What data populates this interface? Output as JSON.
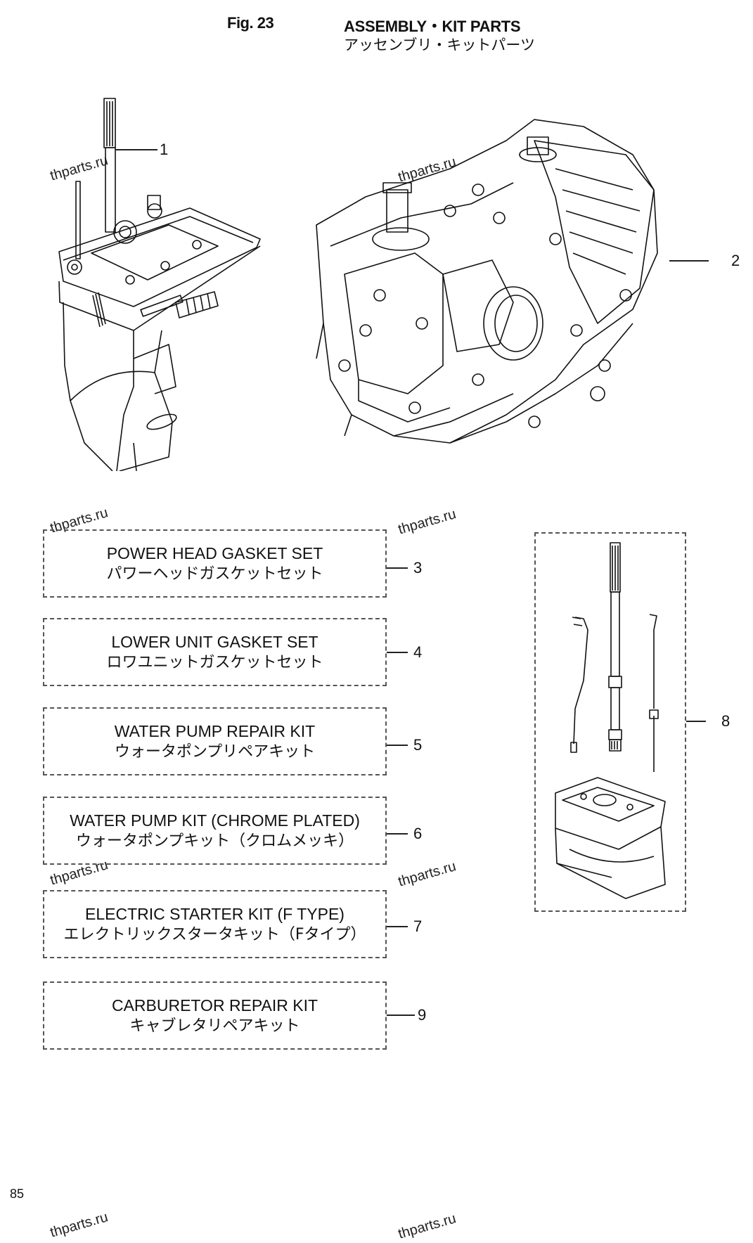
{
  "header": {
    "figure_number": "Fig. 23",
    "title_en": "ASSEMBLY・KIT PARTS",
    "title_jp": "アッセンブリ・キットパーツ"
  },
  "watermark": "thparts.ru",
  "callouts": {
    "part1": "1",
    "part2": "2",
    "part8": "8"
  },
  "kits": [
    {
      "number": "3",
      "name_en": "POWER HEAD GASKET SET",
      "name_jp": "パワーヘッドガスケットセット"
    },
    {
      "number": "4",
      "name_en": "LOWER UNIT GASKET SET",
      "name_jp": "ロワユニットガスケットセット"
    },
    {
      "number": "5",
      "name_en": "WATER PUMP REPAIR KIT",
      "name_jp": "ウォータポンプリペアキット"
    },
    {
      "number": "6",
      "name_en": "WATER PUMP KIT (CHROME PLATED)",
      "name_jp": "ウォータポンプキット（クロムメッキ）"
    },
    {
      "number": "7",
      "name_en": "ELECTRIC STARTER KIT (F TYPE)",
      "name_jp": "エレクトリックスタータキット（Fタイプ）"
    },
    {
      "number": "9",
      "name_en": "CARBURETOR REPAIR KIT",
      "name_jp": "キャブレタリペアキット"
    }
  ],
  "footer": {
    "page_number": "85"
  }
}
